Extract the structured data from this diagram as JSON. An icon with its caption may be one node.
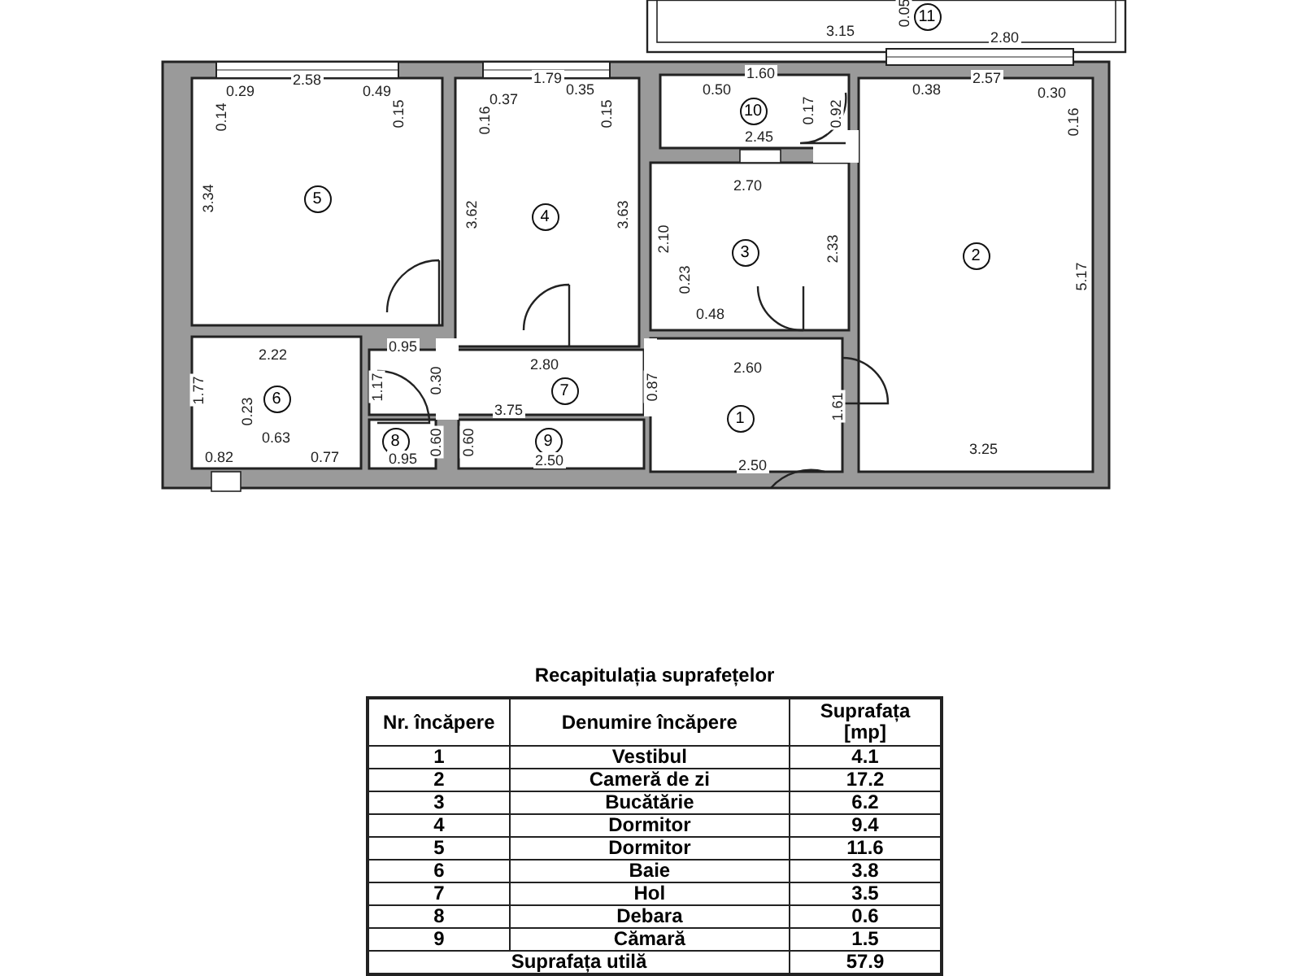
{
  "diagram": {
    "labels": [
      "0.05",
      "11",
      "3.15",
      "2.80",
      "1.60",
      "2.58",
      "1.79",
      "2.57",
      "0.29",
      "0.49",
      "0.35",
      "0.50",
      "0.38",
      "0.30",
      "0.37",
      "0.15",
      "0.15",
      "0.17",
      "0.92",
      "10",
      "0.14",
      "0.16",
      "0.16",
      "2.45",
      "2.70",
      "3.34",
      "5",
      "3.62",
      "4",
      "3.63",
      "2.10",
      "3",
      "2.33",
      "2",
      "0.23",
      "5.17",
      "0.48",
      "0.95",
      "2.22",
      "2.80",
      "2.60",
      "1.17",
      "0.30",
      "0.87",
      "7",
      "1.77",
      "6",
      "1.61",
      "3.75",
      "0.23",
      "1",
      "0.63",
      "8",
      "0.60",
      "0.60",
      "9",
      "3.25",
      "0.82",
      "0.77",
      "0.95",
      "2.50",
      "2.50",
      "Recapitulația suprafețelor",
      "Nr. încăpere",
      "Denumire încăpere",
      "Suprafața [mp]",
      "1",
      "Vestibul",
      "4.1",
      "2",
      "Cameră de zi",
      "17.2",
      "3",
      "Bucătărie",
      "6.2",
      "4",
      "Dormitor",
      "9.4",
      "5",
      "Dormitor",
      "11.6",
      "6",
      "Baie",
      "3.8",
      "7",
      "Hol",
      "3.5",
      "8",
      "Debara",
      "0.6",
      "9",
      "Cămară",
      "1.5",
      "Suprafața utilă",
      "57.9"
    ]
  }
}
